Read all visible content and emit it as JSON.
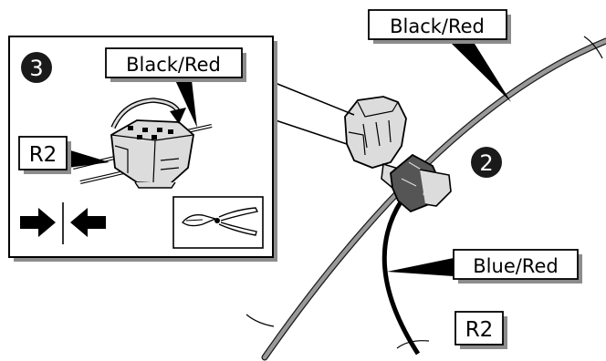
{
  "diagram": {
    "labels": {
      "main_wire_top": "Black/Red",
      "inset_wire": "Black/Red",
      "inset_circuit": "R2",
      "tap_wire": "Blue/Red",
      "tap_circuit": "R2"
    },
    "steps": {
      "step_inset": "3",
      "step_main": "2"
    },
    "icons": [
      "push-together-arrows-icon",
      "pliers-icon",
      "rotate-arrow-icon",
      "wire-tap-connector-icon"
    ],
    "colors": {
      "outline": "#000000",
      "label_fill": "#ffffff",
      "step_badge": "#1a1a1a",
      "step_text": "#ffffff",
      "main_wire": "#999999",
      "tap_wire": "#111111",
      "connector": "#dcdcdc",
      "shadow": "#8c8c8c"
    }
  }
}
